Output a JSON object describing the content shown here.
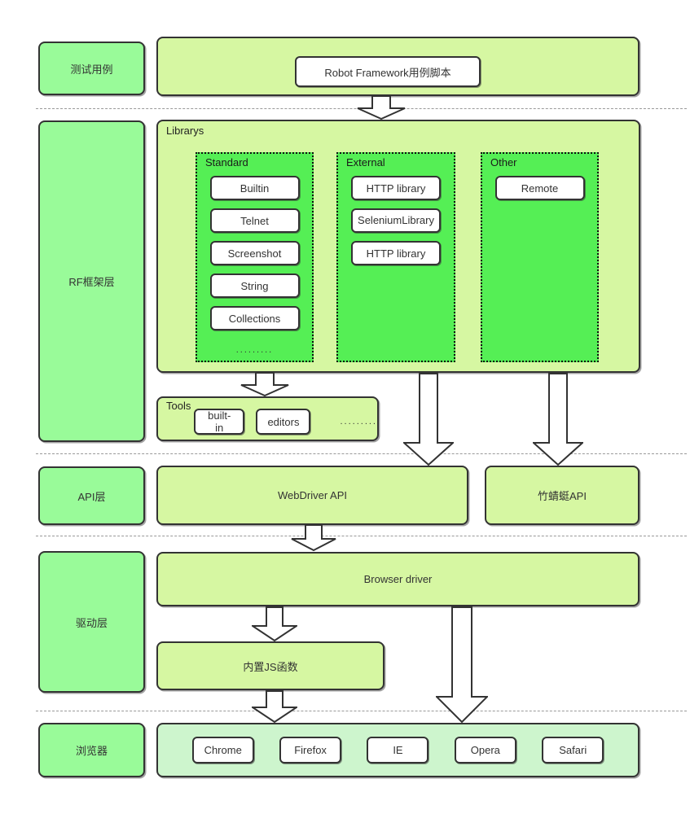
{
  "colors": {
    "label_green": "#99fb99",
    "panel_green": "#d6f7a2",
    "group_green": "#55ef55",
    "browser_panel_green": "#cdf5cd",
    "border": "#333333"
  },
  "layer_labels": {
    "test_cases": "测试用例",
    "rf_framework": "RF框架层",
    "api": "API层",
    "driver": "驱动层",
    "browser": "浏览器"
  },
  "test_layer": {
    "script_box": "Robot Framework用例脚本"
  },
  "librarys": {
    "title": "Librarys",
    "groups": [
      {
        "title": "Standard",
        "items": [
          "Builtin",
          "Telnet",
          "Screenshot",
          "String",
          "Collections"
        ],
        "ellipsis": "........."
      },
      {
        "title": "External",
        "items": [
          "HTTP library",
          "SeleniumLibrary",
          "HTTP library"
        ]
      },
      {
        "title": "Other",
        "items": [
          "Remote"
        ]
      }
    ]
  },
  "tools": {
    "title": "Tools",
    "items": [
      "built-in",
      "editors"
    ],
    "ellipsis": "........."
  },
  "api_layer": {
    "webdriver_api": "WebDriver API",
    "zhuqingting_api": "竹蜻蜓API"
  },
  "driver_layer": {
    "browser_driver": "Browser driver",
    "builtin_js": "内置JS函数"
  },
  "browser_layer": {
    "browsers": [
      "Chrome",
      "Firefox",
      "IE",
      "Opera",
      "Safari"
    ]
  }
}
